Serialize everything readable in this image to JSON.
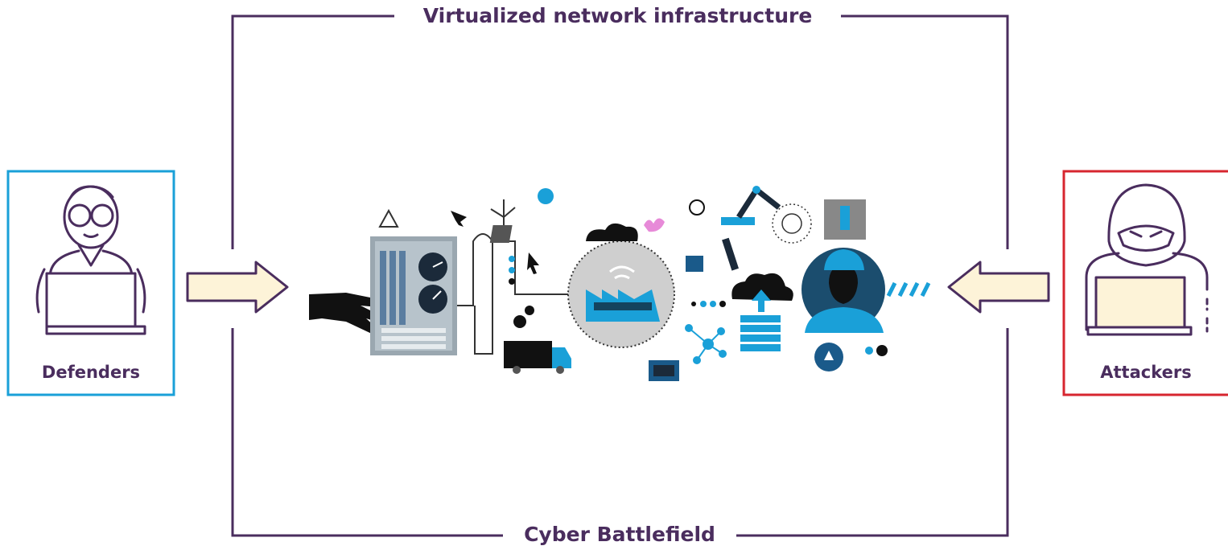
{
  "diagram": {
    "title_top": "Virtualized network infrastructure",
    "title_bottom": "Cyber Battlefield",
    "defenders": {
      "label": "Defenders",
      "border_color": "#1aa0d8"
    },
    "attackers": {
      "label": "Attackers",
      "border_color": "#d7262f"
    },
    "frame_color": "#4a2d5e",
    "arrow_fill": "#fdf3d8",
    "accent_blue": "#1aa0d8"
  }
}
